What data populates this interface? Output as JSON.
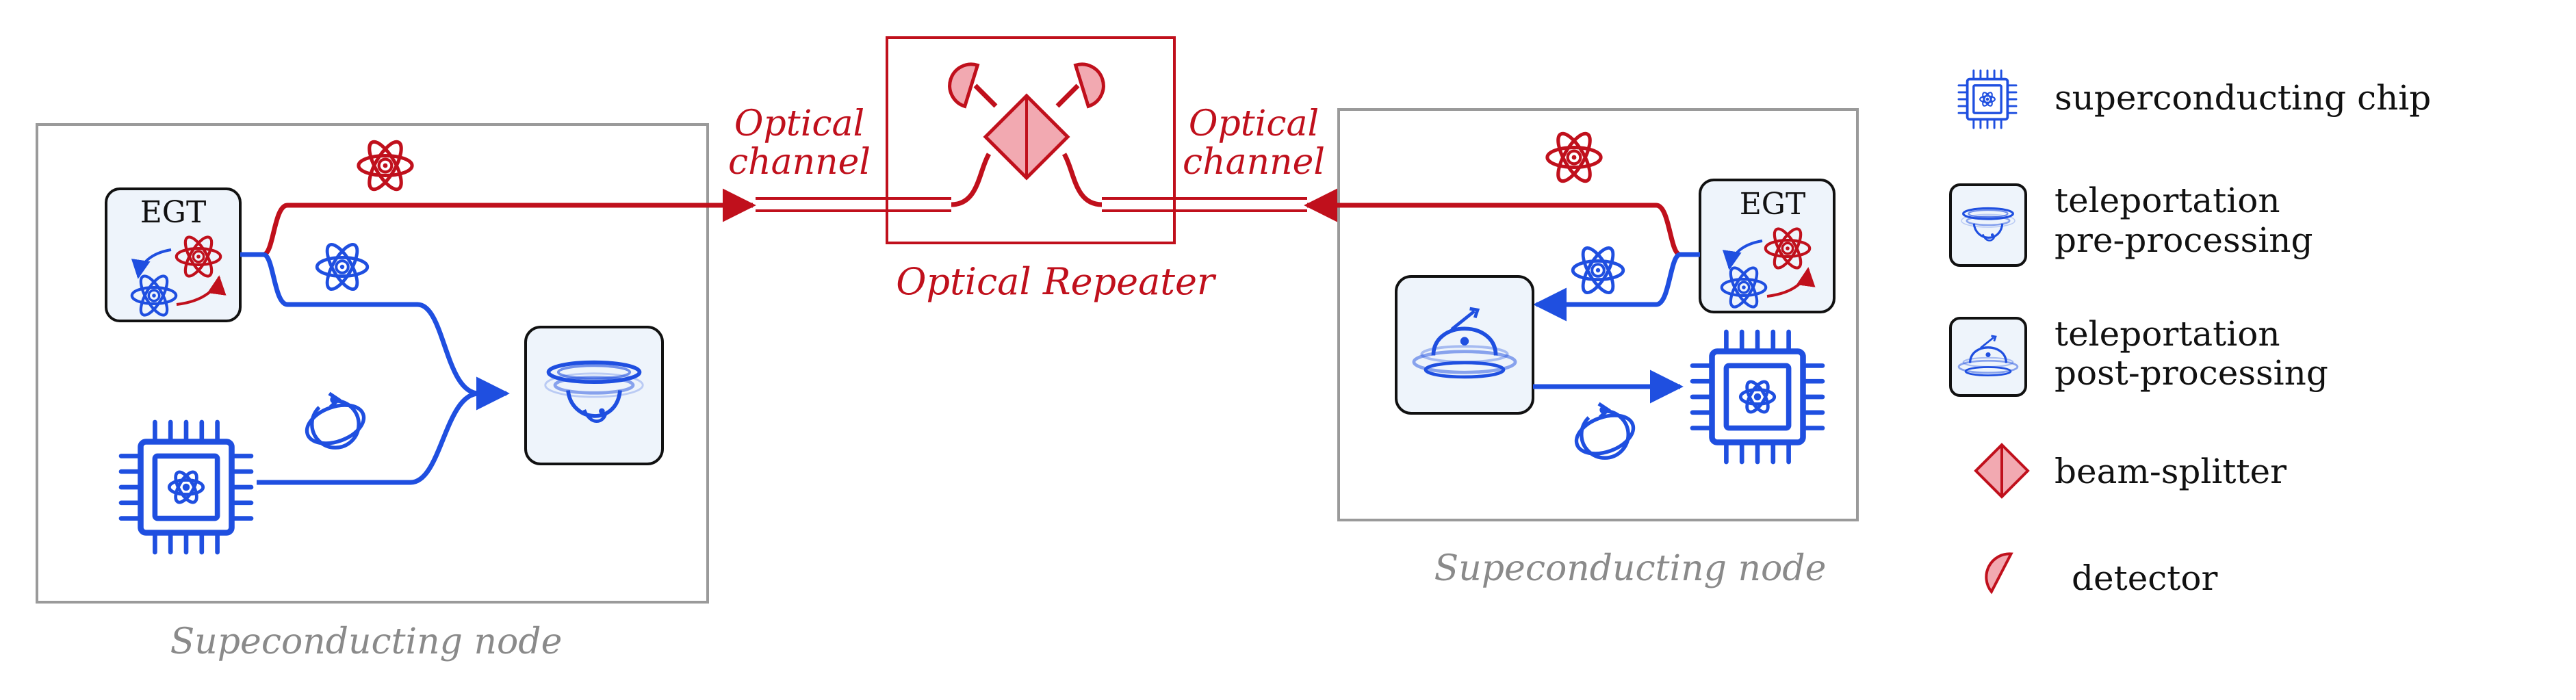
{
  "colors": {
    "red": "#c0101c",
    "blue": "#1f4fe0",
    "gray": "#8a8a8a",
    "detector_fill": "#f2a9b1",
    "box_fill": "#eef4fb"
  },
  "left_node": {
    "caption": "Supeconducting node",
    "egt_label": "EGT"
  },
  "right_node": {
    "caption": "Supeconducting node",
    "egt_label": "EGT"
  },
  "repeater": {
    "caption": "Optical Repeater",
    "left_channel_line1": "Optical",
    "left_channel_line2": "channel",
    "right_channel_line1": "Optical",
    "right_channel_line2": "channel"
  },
  "legend": {
    "items": [
      {
        "icon": "superconducting-chip-icon",
        "line1": "superconducting chip",
        "line2": ""
      },
      {
        "icon": "teleportation-pre-processing-icon",
        "line1": "teleportation",
        "line2": "pre-processing"
      },
      {
        "icon": "teleportation-post-processing-icon",
        "line1": "teleportation",
        "line2": "post-processing"
      },
      {
        "icon": "beam-splitter-icon",
        "line1": "beam-splitter",
        "line2": ""
      },
      {
        "icon": "detector-icon",
        "line1": "detector",
        "line2": ""
      }
    ]
  }
}
